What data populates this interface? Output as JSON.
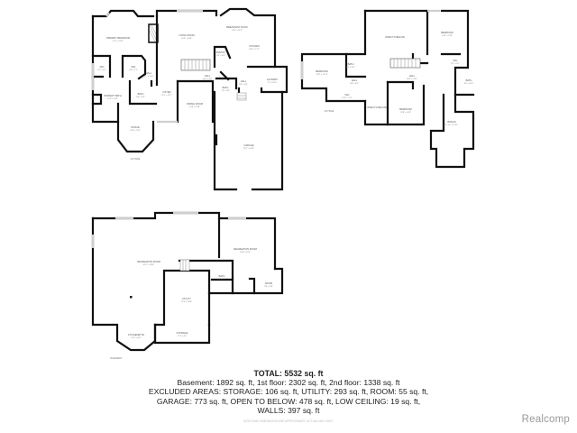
{
  "floors": {
    "first": {
      "name": "1st floor",
      "rooms": [
        {
          "label": "PRIMARY BEDROOM",
          "dim": "17'2\" x 20'3\""
        },
        {
          "label": "LIVING ROOM",
          "dim": "16'6\" x 18'6\""
        },
        {
          "label": "BREAKFAST NOOK",
          "dim": "13'6\" x 11'3\""
        },
        {
          "label": "KITCHEN",
          "dim": "15'8\" x 17'7\""
        },
        {
          "label": "PANTRY",
          "dim": "3'6\" x 4'8\""
        },
        {
          "label": "WIC",
          "dim": "6'1\" x 6'7\""
        },
        {
          "label": "WIC",
          "dim": "6'8\" x 7'1\""
        },
        {
          "label": "HALL",
          "dim": "5'1\" x 3'10\""
        },
        {
          "label": "HALL",
          "dim": "14'2\" x 3'6\""
        },
        {
          "label": "HALL",
          "dim": "9'3\" x 5'6\""
        },
        {
          "label": "LAUNDRY",
          "dim": "7'6\" x 8'10\""
        },
        {
          "label": "PRIMARY BATH",
          "dim": "12'8\" x 10'9\""
        },
        {
          "label": "BATH",
          "dim": "8'9\" x 8'3\""
        },
        {
          "label": "BATH",
          "dim": "7'6\" x 5'8\""
        },
        {
          "label": "FOYER",
          "dim": "11'5\" x 21'7\""
        },
        {
          "label": "DINING ROOM",
          "dim": "13'8\" x 14'8\""
        },
        {
          "label": "OFFICE",
          "dim": "12'8\" x 15'2\""
        },
        {
          "label": "GARAGE",
          "dim": "23'7\" x 32'8\""
        }
      ],
      "outside_label": "OUTSIDE"
    },
    "second": {
      "name": "2nd floor",
      "rooms": [
        {
          "label": "OPEN TO BELOW",
          "dim": ""
        },
        {
          "label": "BEDROOM",
          "dim": "13'6\" x 13'8\""
        },
        {
          "label": "BEDROOM",
          "dim": "13'8\" x 11'11\""
        },
        {
          "label": "BEDROOM",
          "dim": "13'8\" x 14'8\""
        },
        {
          "label": "BATH",
          "dim": "9'6\" x 5'11\""
        },
        {
          "label": "WIC",
          "dim": "5'1\" x 5'2\""
        },
        {
          "label": "HALL",
          "dim": "36'8\" x 3'11\""
        },
        {
          "label": "HALL",
          "dim": "6'8\" x 3'5\""
        },
        {
          "label": "WIC",
          "dim": "13'11\" x 3'7\""
        },
        {
          "label": "BATH",
          "dim": "9'6\" x 8'10\""
        },
        {
          "label": "OPEN TO BELOW",
          "dim": ""
        },
        {
          "label": "BONUS",
          "dim": "17'10\" x 13'11\""
        }
      ],
      "outside_label": "OUTSIDE"
    },
    "basement": {
      "name": "Basement",
      "rooms": [
        {
          "label": "RECREATION ROOM",
          "dim": "40'7\" x 28'9\""
        },
        {
          "label": "RECREATION ROOM",
          "dim": "19'8\" x 16'9\""
        },
        {
          "label": "BATH",
          "dim": "8'3\" x 7'6\""
        },
        {
          "label": "ROOM",
          "dim": "5'8\" x 9'8\""
        },
        {
          "label": "UTILITY",
          "dim": "15'9\" x 18'8\""
        },
        {
          "label": "KITCHENETTE",
          "dim": "12'6\" x 8'11\""
        },
        {
          "label": "STORAGE",
          "dim": "17'3\" x 6'1\""
        }
      ],
      "outside_label": "BASEMENT"
    }
  },
  "summary": {
    "total": "TOTAL: 5532 sq. ft",
    "line1": "Basement: 1892 sq. ft, 1st floor: 2302 sq. ft, 2nd floor: 1338 sq. ft",
    "line2": "EXCLUDED AREAS: STORAGE: 106 sq. ft, UTILITY: 293 sq. ft, ROOM: 55 sq. ft,",
    "line3": "GARAGE: 773 sq. ft, OPEN TO BELOW: 478 sq. ft, LOW CEILING: 19 sq. ft,",
    "line4": "WALLS: 397 sq. ft",
    "disclaimer": "SIZES AND DIMENSIONS ARE APPROXIMATE, ACTUAL MAY VARY."
  },
  "brand": {
    "watermark": "Realcomp",
    "color": "#9a9a9a"
  }
}
